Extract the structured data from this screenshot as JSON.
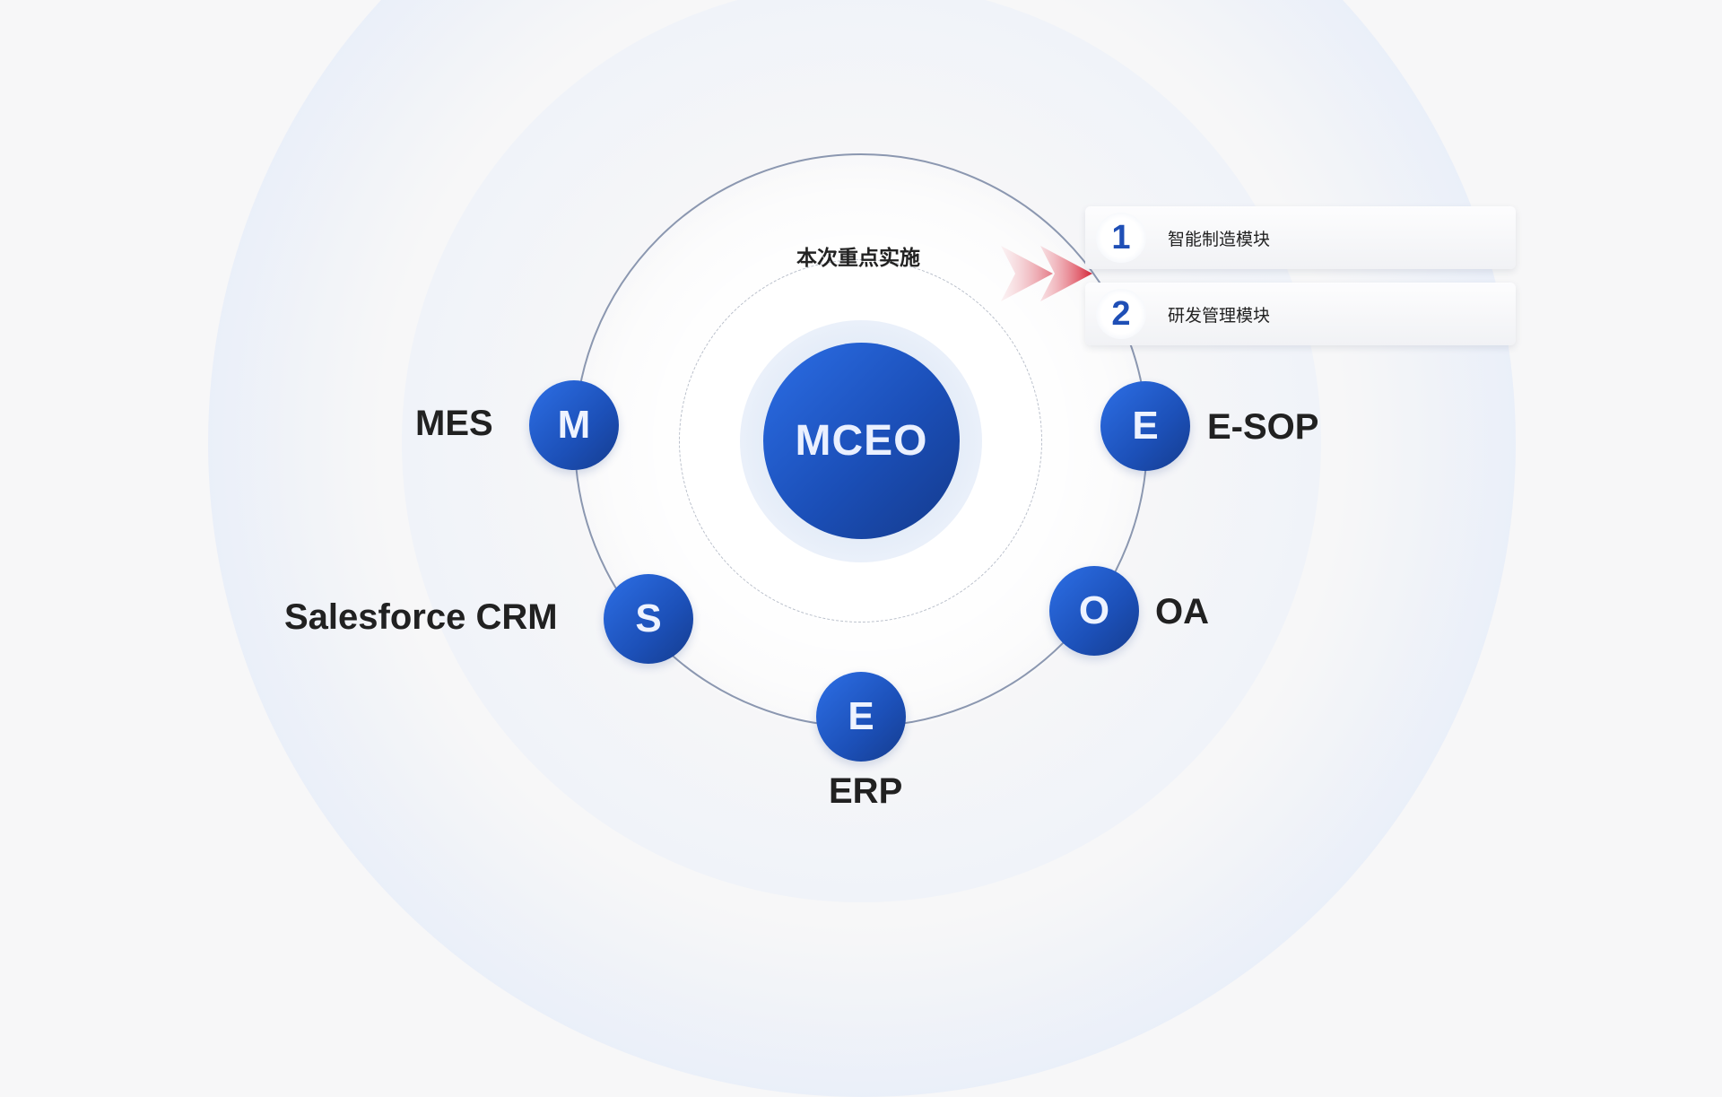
{
  "center": {
    "label": "MCEO"
  },
  "focus": {
    "title": "本次重点实施"
  },
  "modules": [
    {
      "num": "1",
      "label": "智能制造模块"
    },
    {
      "num": "2",
      "label": "研发管理模块"
    }
  ],
  "nodes": [
    {
      "letter": "M",
      "label": "MES"
    },
    {
      "letter": "E",
      "label": "E-SOP"
    },
    {
      "letter": "S",
      "label": "Salesforce CRM"
    },
    {
      "letter": "O",
      "label": "OA"
    },
    {
      "letter": "E",
      "label": "ERP"
    }
  ],
  "colors": {
    "node_blue": "#1c50b8",
    "arrow_red": "#d8283a",
    "text_dark": "#212121",
    "orbit": "#8b97b0"
  }
}
